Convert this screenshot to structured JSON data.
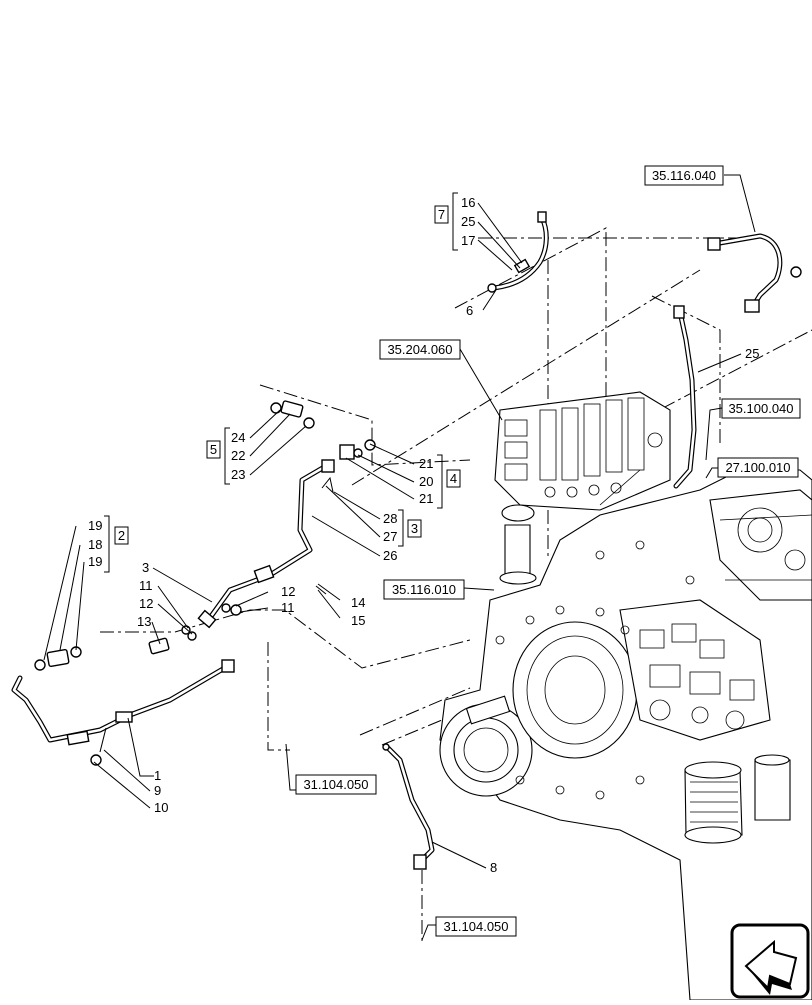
{
  "references": {
    "r_35_116_040": "35.116.040",
    "r_35_204_060": "35.204.060",
    "r_35_100_040": "35.100.040",
    "r_27_100_010": "27.100.010",
    "r_35_116_010": "35.116.010",
    "r_31_104_050_a": "31.104.050",
    "r_31_104_050_b": "31.104.050"
  },
  "groups": {
    "g2": "2",
    "g3": "3",
    "g4": "4",
    "g5": "5",
    "g7": "7"
  },
  "callouts": {
    "c16": "16",
    "c25a": "25",
    "c17": "17",
    "c6": "6",
    "c25b": "25",
    "c24": "24",
    "c22": "22",
    "c23": "23",
    "c21a": "21",
    "c20": "20",
    "c21b": "21",
    "c28": "28",
    "c27": "27",
    "c26": "26",
    "c19a": "19",
    "c18": "18",
    "c19b": "19",
    "c3": "3",
    "c11a": "11",
    "c12a": "12",
    "c13": "13",
    "c12b": "12",
    "c11b": "11",
    "c14": "14",
    "c15": "15",
    "c1": "1",
    "c9": "9",
    "c10": "10",
    "c8": "8"
  },
  "icons": {
    "nav": "next-page-arrow-icon"
  }
}
